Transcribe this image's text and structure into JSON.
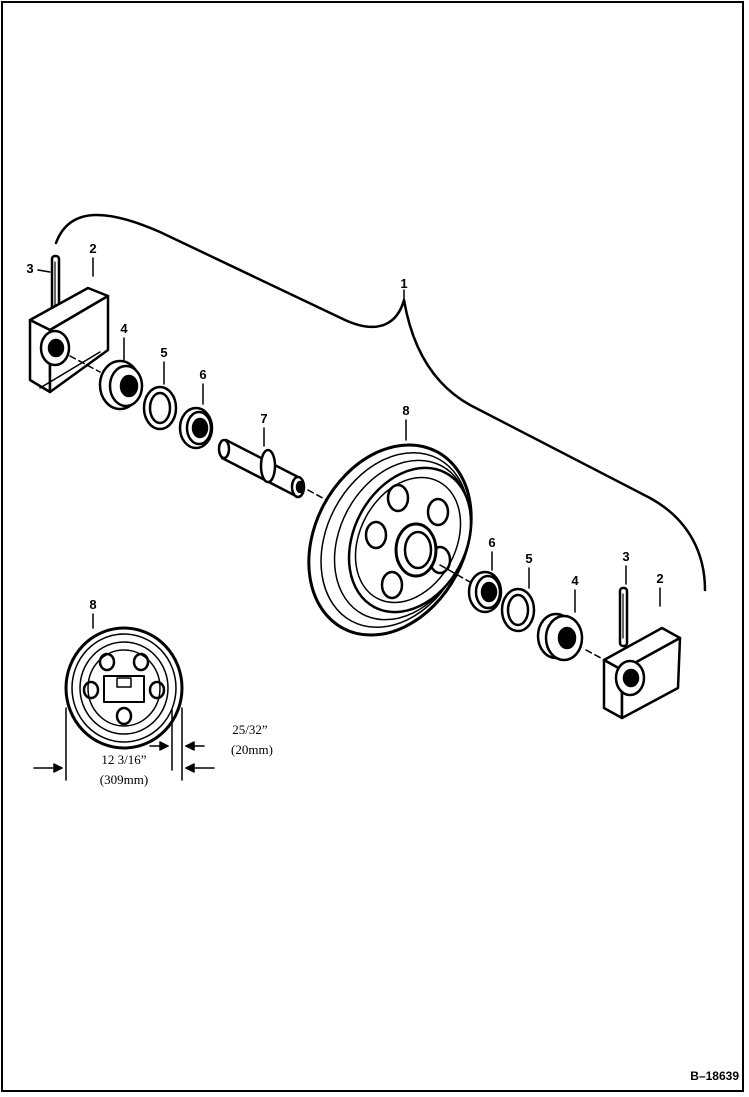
{
  "callouts": {
    "assembly": "1",
    "block_left": "2",
    "pin_left": "3",
    "seal_left": "4",
    "ring_left": "5",
    "bearing_left": "6",
    "shaft": "7",
    "idler": "8",
    "bearing_right": "6",
    "ring_right": "5",
    "seal_right": "4",
    "pin_right": "3",
    "block_right": "2",
    "detail_idler": "8"
  },
  "dimensions": {
    "flange_width_in": "25/32”",
    "flange_width_mm": "(20mm)",
    "diameter_in": "12 3/16”",
    "diameter_mm": "(309mm)"
  },
  "reference": "B–18639"
}
